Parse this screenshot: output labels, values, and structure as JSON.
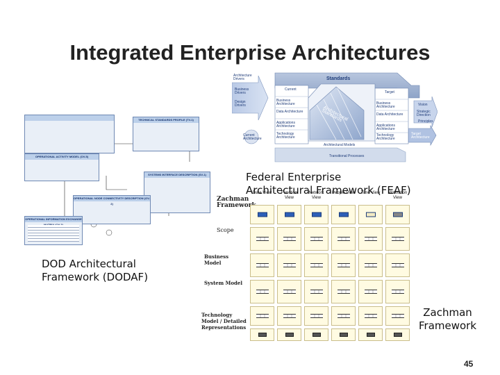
{
  "slide": {
    "title": "Integrated Enterprise Architectures",
    "page_number": "45"
  },
  "captions": {
    "feaf": [
      "Federal Enterprise",
      "Architectural Framework (FEAF)"
    ],
    "dodaf": [
      "DOD Architectural",
      "Framework (DODAF)"
    ],
    "zachman": [
      "Zachman",
      "Framework"
    ]
  },
  "feaf_figure": {
    "left_labels": [
      "Architecture Drivers",
      "Business Drivers",
      "Design Drivers"
    ],
    "standards": "Standards",
    "current": "Current",
    "target": "Target",
    "left_stack": [
      "Business Architecture",
      "Data Architecture",
      "Applications Architecture",
      "Technology Architecture",
      "Current Architecture"
    ],
    "right_stack": [
      "Business Architecture",
      "Data Architecture",
      "Applications Architecture",
      "Technology Architecture",
      "Target Architecture"
    ],
    "center": "Architectural Standards",
    "bottom": "Architectural Models",
    "transitional": "Transitional Processes",
    "right_labels": [
      "Vision",
      "Strategic Direction",
      "Principles"
    ]
  },
  "dodaf_figure": {
    "boxes": [
      "OPERATIONAL ACTIVITY MODEL (OV-5)",
      "TECHNICAL STANDARDS PROFILE (TV-1)",
      "SYSTEMS INTERFACE DESCRIPTION (SV-1)",
      "OPERATIONAL INFORMATION EXCHANGE MATRIX (OV-3)",
      "OPERATIONAL NODE CONNECTIVITY DESCRIPTION (OV-2)"
    ]
  },
  "zachman_figure": {
    "heading": "Zachman Framework",
    "scope": "Scope",
    "columns": [
      "Data View",
      "Function View",
      "Network View",
      "People View",
      "Time View",
      "Motivation View"
    ],
    "rows": [
      "Business Model",
      "System Model",
      "Technology Model / Detailed Representations"
    ]
  },
  "colors": {
    "title": "#222222",
    "feaf_blue": "#3d63a8",
    "dodaf_blue": "#6e88b3",
    "zachman_cell": "#fffbe2"
  }
}
